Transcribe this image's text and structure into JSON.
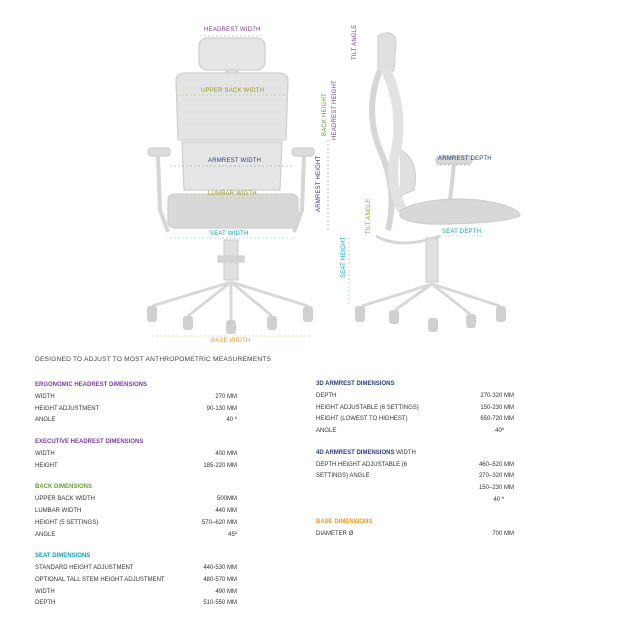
{
  "diagram": {
    "front_labels": {
      "headrest_width": "HEADREST WIDTH",
      "upper_back_width": "UPPER BACK WIDTH",
      "armrest_width": "ARMREST WIDTH",
      "lumbar_width": "LUMBAR WIDTH",
      "seat_width": "SEAT WIDTH",
      "base_width": "BASE WIDTH",
      "armrest_height": "ARMREST HEIGHT",
      "back_height": "BACK HEIGHT",
      "headrest_height": "HEADREST HEIGHT"
    },
    "side_labels": {
      "tilt_angle_top": "TILT ANGLE",
      "armrest_depth": "ARMREST DEPTH",
      "tilt_angle_mid": "TILT ANGLE",
      "seat_depth": "SEAT DEPTH",
      "seat_height": "SEAT HEIGHT"
    }
  },
  "intro": "DESIGNED TO ADJUST TO MOST ANTHROPOMETRIC MEASUREMENTS",
  "left_sections": [
    {
      "title": "ERGONOMIC HEADREST DIMENSIONS",
      "color": "#7b3fa0",
      "rows": [
        [
          "WIDTH",
          "270 mm"
        ],
        [
          "HEIGHT ADJUSTMENT",
          "90-130 mm"
        ],
        [
          "ANGLE",
          "40 º"
        ]
      ]
    },
    {
      "title": "EXECUTIVE HEADREST DIMENSIONS",
      "color": "#7b3fa0",
      "rows": [
        [
          "WIDTH",
          "400 mm"
        ],
        [
          "HEIGHT",
          "185-220 mm"
        ]
      ]
    },
    {
      "title": "BACK DIMENSIONS",
      "color": "#6d9a3a",
      "rows": [
        [
          "UPPER BACK WIDTH",
          "500mm"
        ],
        [
          "LUMBAR WIDTH",
          "440 mm"
        ],
        [
          "HEIGHT (5 SETTINGS)",
          "570–620 mm"
        ],
        [
          "ANGLE",
          "45º"
        ]
      ]
    },
    {
      "title": "SEAT DIMENSIONS",
      "color": "#1aa0b0",
      "rows": [
        [
          "STANDARD HEIGHT ADJUSTMENT",
          "440-530 mm"
        ],
        [
          "OPTIONAL TALL STEM HEIGHT ADJUSTMENT",
          "480-570 mm"
        ],
        [
          "WIDTH",
          "490 mm"
        ],
        [
          "DEPTH",
          "510-550 mm"
        ]
      ]
    }
  ],
  "right_sections": [
    {
      "title": "3D ARMREST DIMENSIONS",
      "color": "#2a3f7a",
      "rows": [
        [
          "DEPTH",
          "270-320  mm"
        ],
        [
          "HEIGHT ADJUSTABLE (6 SETTINGS)",
          "150-230  mm"
        ],
        [
          "HEIGHT (LOWEST TO HIGHEST)",
          "650-720 mm"
        ],
        [
          "ANGLE",
          "40º"
        ]
      ]
    },
    {
      "title": "4D ARMREST DIMENSIONS",
      "title_suffix": "WIDTH",
      "color": "#2a3f7a",
      "rows": [
        [
          "DEPTH   HEIGHT   ADJUSTABLE   (6",
          "460–520 mm"
        ],
        [
          "SETTINGS) ANGLE",
          "270–320 mm"
        ],
        [
          "",
          "150–230 mm"
        ],
        [
          "",
          "40 º"
        ]
      ]
    },
    {
      "title": "BASE DIMENSIONS",
      "color": "#e59a2a",
      "rows": [
        [
          "DIAMETER ø",
          "700 mm"
        ]
      ]
    }
  ]
}
